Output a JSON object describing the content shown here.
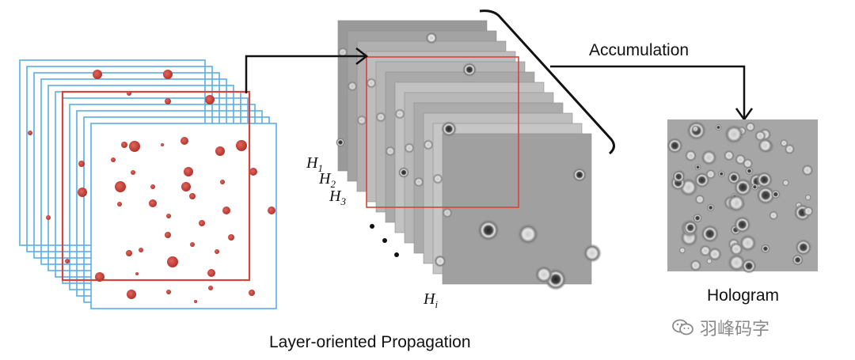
{
  "labels": {
    "accumulation": "Accumulation",
    "hologram": "Hologram",
    "propagation": "Layer-oriented Propagation",
    "h1_base": "H",
    "h1_sub": "1",
    "h2_base": "H",
    "h2_sub": "2",
    "h3_base": "H",
    "h3_sub": "3",
    "hi_base": "H",
    "hi_sub": "i"
  },
  "watermark": {
    "text": "羽峰码字",
    "icon": "wechat-icon"
  },
  "colors": {
    "layer_frame": "#5aaee6",
    "highlight_frame": "#d9433a",
    "particle": "#c8403a",
    "arrow": "#111111",
    "hologram_bg": "#a6a6a6"
  }
}
